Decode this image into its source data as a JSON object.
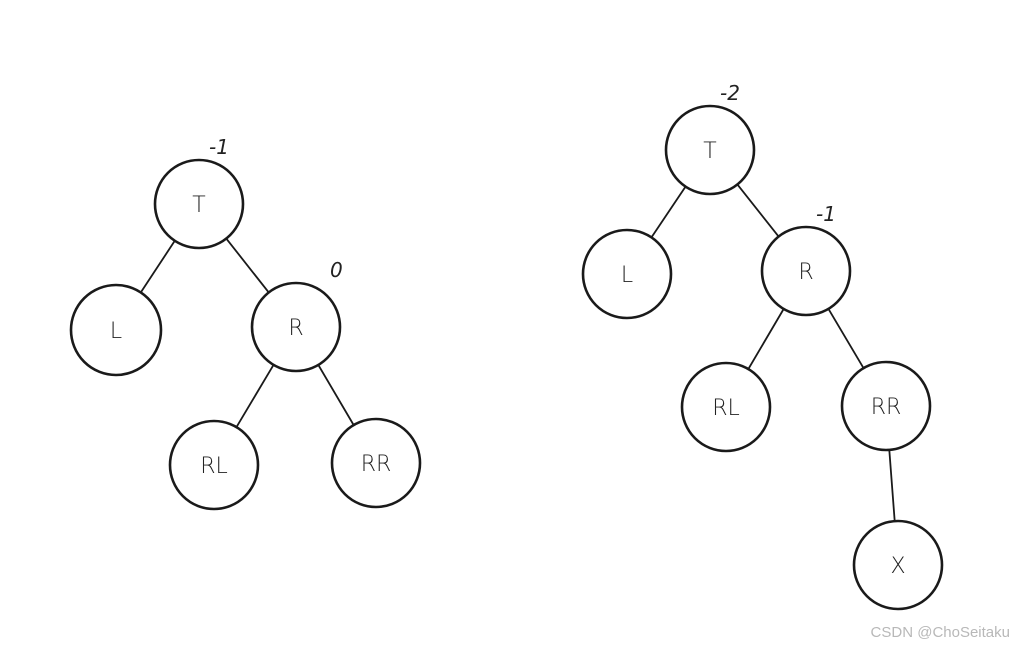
{
  "diagram": {
    "trees": [
      {
        "id": "tree-left",
        "nodes": [
          {
            "id": "T",
            "label": "T",
            "balance": "-1"
          },
          {
            "id": "L",
            "label": "L",
            "balance": ""
          },
          {
            "id": "R",
            "label": "R",
            "balance": "0"
          },
          {
            "id": "RL",
            "label": "RL",
            "balance": ""
          },
          {
            "id": "RR",
            "label": "RR",
            "balance": ""
          }
        ],
        "edges": [
          [
            "T",
            "L"
          ],
          [
            "T",
            "R"
          ],
          [
            "R",
            "RL"
          ],
          [
            "R",
            "RR"
          ]
        ]
      },
      {
        "id": "tree-right",
        "nodes": [
          {
            "id": "T",
            "label": "T",
            "balance": "-2"
          },
          {
            "id": "L",
            "label": "L",
            "balance": ""
          },
          {
            "id": "R",
            "label": "R",
            "balance": "-1"
          },
          {
            "id": "RL",
            "label": "RL",
            "balance": ""
          },
          {
            "id": "RR",
            "label": "RR",
            "balance": ""
          },
          {
            "id": "X",
            "label": "X",
            "balance": ""
          }
        ],
        "edges": [
          [
            "T",
            "L"
          ],
          [
            "T",
            "R"
          ],
          [
            "R",
            "RL"
          ],
          [
            "R",
            "RR"
          ],
          [
            "RR",
            "X"
          ]
        ]
      }
    ]
  },
  "watermark": "CSDN @ChoSeitaku"
}
